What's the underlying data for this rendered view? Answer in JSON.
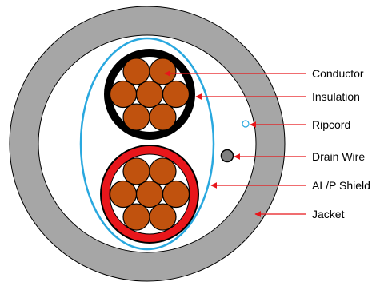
{
  "diagram": {
    "labels": {
      "conductor": "Conductor",
      "insulation": "Insulation",
      "ripcord": "Ripcord",
      "drain_wire": "Drain Wire",
      "shield": "AL/P Shield",
      "jacket": "Jacket"
    },
    "colors": {
      "jacket": "#a6a6a6",
      "jacket_outline": "#000000",
      "shield": "#29a8df",
      "conductor_fill": "#c0520e",
      "insulation_pair_1": "#000000",
      "insulation_pair_2": "#e8161b",
      "drain_wire": "#7f7f7f",
      "leader_line": "#e8161b"
    }
  }
}
